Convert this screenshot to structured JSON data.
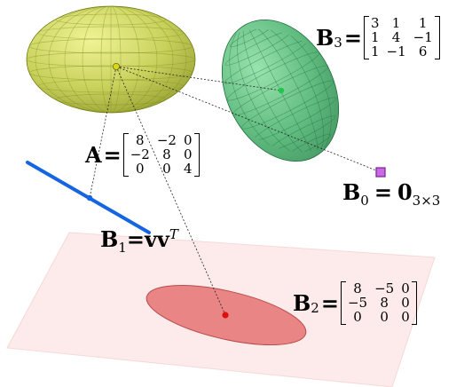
{
  "labels": {
    "A": {
      "name": "A",
      "eq": "="
    },
    "B3": {
      "name": "B",
      "sub": "3",
      "eq": "="
    },
    "B2": {
      "name": "B",
      "sub": "2",
      "eq": "="
    },
    "B1": {
      "name": "B",
      "sub": "1",
      "eq": "=",
      "rhs": "vv",
      "sup": "T"
    },
    "B0": {
      "name": "B",
      "sub": "0",
      "eq": "=",
      "rhs": "0",
      "rhs_sub": "3×3"
    }
  },
  "matrices": {
    "A": [
      [
        "8",
        "−2",
        "0"
      ],
      [
        "−2",
        "8",
        "0"
      ],
      [
        "0",
        "0",
        "4"
      ]
    ],
    "B3": [
      [
        "3",
        "1",
        "1"
      ],
      [
        "1",
        "4",
        "−1"
      ],
      [
        "1",
        "−1",
        "6"
      ]
    ],
    "B2": [
      [
        "8",
        "−5",
        "0"
      ],
      [
        "−5",
        "8",
        "0"
      ],
      [
        "0",
        "0",
        "0"
      ]
    ]
  },
  "colors": {
    "ellipsoid_A": "#b5c23a",
    "ellipsoid_B3": "#4caf6a",
    "plane_B2": "#fbe6e6",
    "ellipse_B2": "#e57373",
    "line_B1": "#1565e0",
    "point_B0": "#b23cc9"
  }
}
